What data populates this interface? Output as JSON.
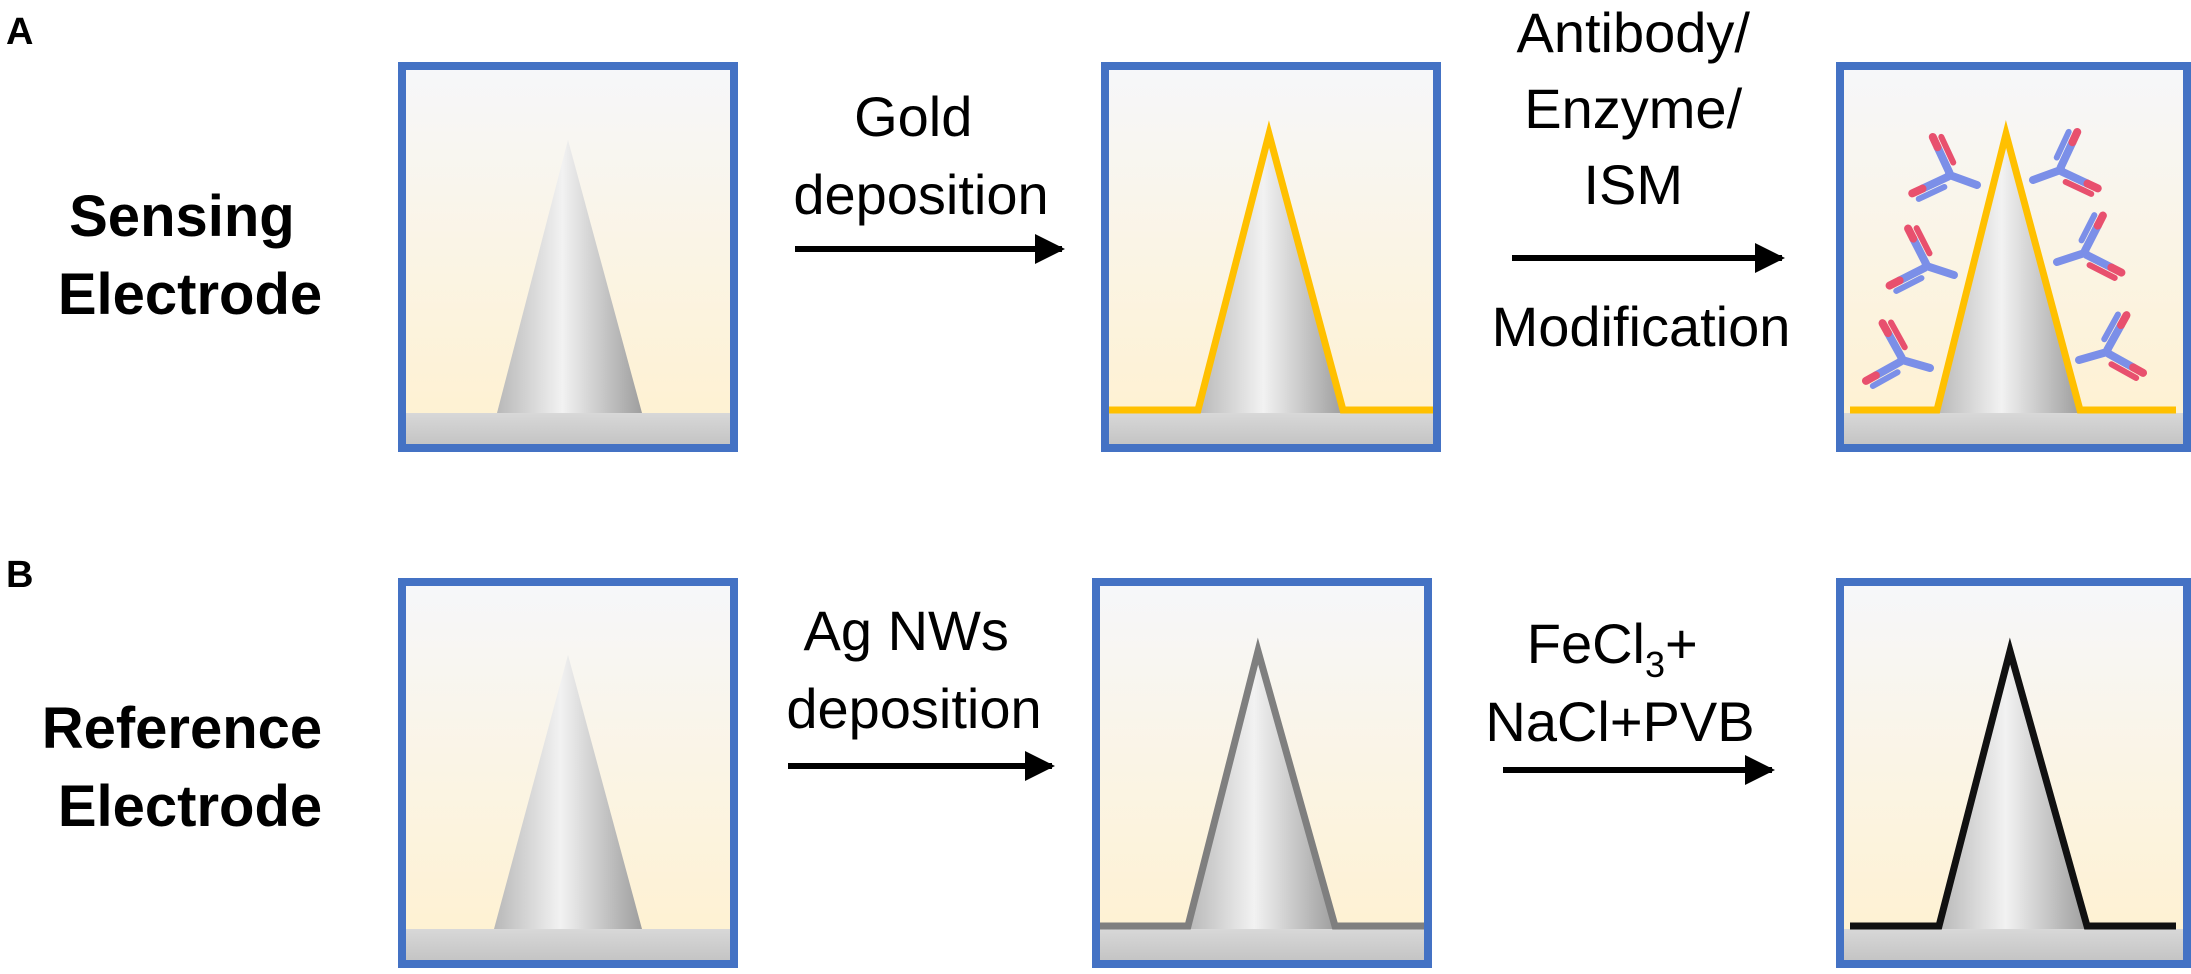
{
  "panels": [
    {
      "letter": "A",
      "row_label": [
        "Sensing",
        "Electrode"
      ],
      "steps": [
        {
          "lines": [
            "Gold",
            "deposition"
          ]
        },
        {
          "lines": [
            "Antibody/",
            "Enzyme/",
            "ISM",
            "Modification"
          ]
        }
      ]
    },
    {
      "letter": "B",
      "row_label": [
        "Reference",
        "Electrode"
      ],
      "steps": [
        {
          "lines": [
            "Ag NWs",
            "deposition"
          ]
        },
        {
          "lines": [
            "FeCl",
            "+",
            "NaCl+PVB"
          ],
          "subscript": "3"
        }
      ]
    }
  ],
  "colors": {
    "frame": "#4472C4",
    "gold_coating": "#FFC000",
    "ag_nw_coating": "#7F7F7F",
    "final_coating": "#111111",
    "antibody_body": "#7B8FE8",
    "antibody_tip": "#E8506E"
  }
}
